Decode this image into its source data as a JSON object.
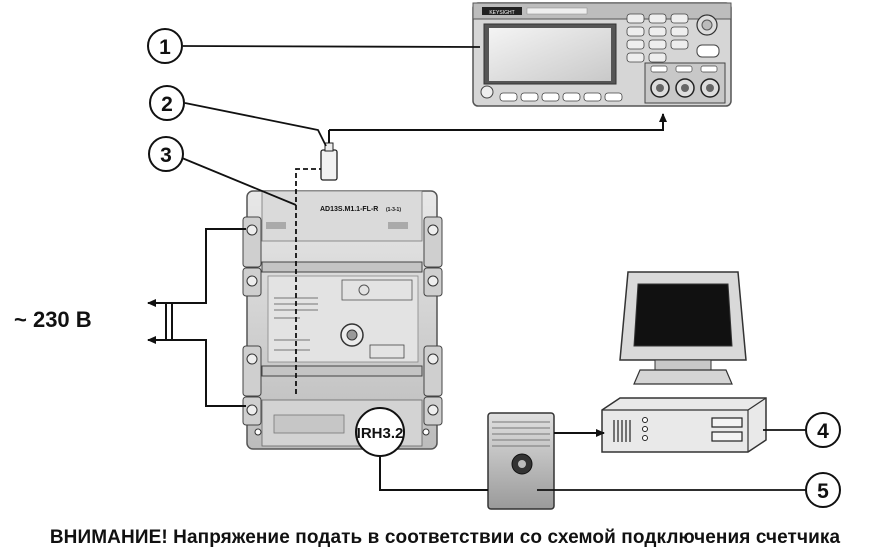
{
  "callouts": [
    "1",
    "2",
    "3",
    "4",
    "5"
  ],
  "supply_label": "~ 230 В",
  "meter": {
    "model": "AD13S.M1.1-FL-R",
    "model_suffix": "(1-3-1)"
  },
  "optical_head_label": "IRH3.2",
  "generator_brand": "KEYSIGHT",
  "warning_text": "ВНИМАНИЕ! Напряжение подать в соответствии со схемой подключения счетчика"
}
